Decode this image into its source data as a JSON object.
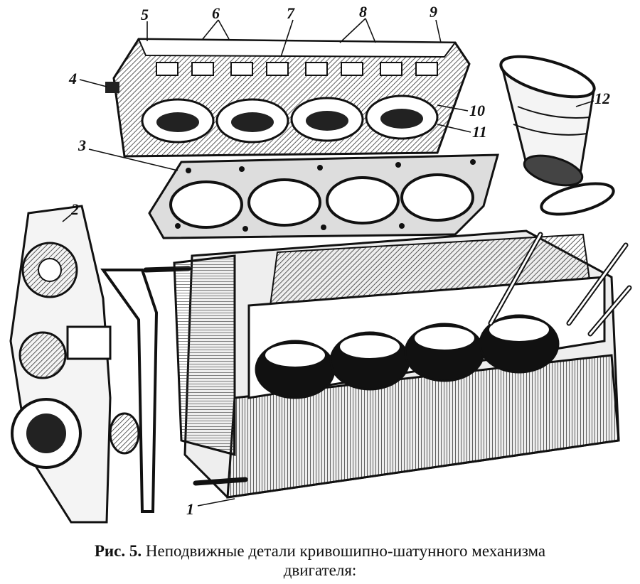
{
  "figure": {
    "callouts": [
      {
        "id": "c1",
        "text": "1"
      },
      {
        "id": "c2",
        "text": "2"
      },
      {
        "id": "c3",
        "text": "3"
      },
      {
        "id": "c4",
        "text": "4"
      },
      {
        "id": "c5",
        "text": "5"
      },
      {
        "id": "c6",
        "text": "6"
      },
      {
        "id": "c7",
        "text": "7"
      },
      {
        "id": "c8",
        "text": "8"
      },
      {
        "id": "c9",
        "text": "9"
      },
      {
        "id": "c10",
        "text": "10"
      },
      {
        "id": "c11",
        "text": "11"
      },
      {
        "id": "c12",
        "text": "12"
      }
    ]
  },
  "caption": {
    "label": "Рис. 5.",
    "line1": "Неподвижные детали кривошипно-шатунного механизма",
    "line2": "двигателя:"
  }
}
